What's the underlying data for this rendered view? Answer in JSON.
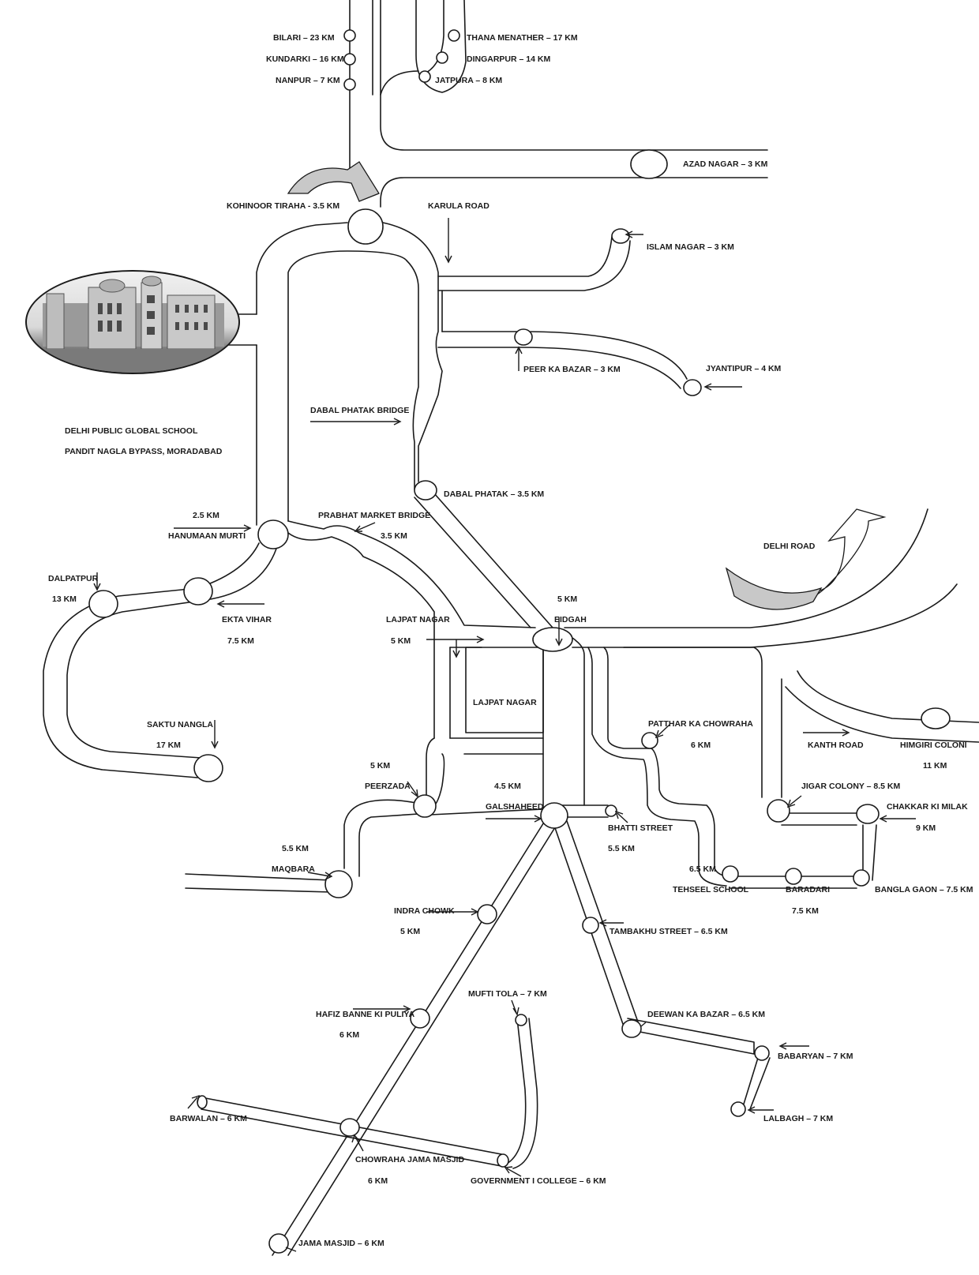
{
  "colors": {
    "road": "#1a1a1a",
    "background": "#ffffff",
    "turn_arrow_fill": "#c8c8c8"
  },
  "school": {
    "name": "DELHI PUBLIC GLOBAL SCHOOL",
    "address": "PANDIT NAGLA BYPASS, MORADABAD",
    "image": "school-building-photo"
  },
  "labels": {
    "bilari": "BILARI – 23 KM",
    "kundarki": "KUNDARKI – 16 KM",
    "nanpur": "NANPUR – 7 KM",
    "thana_menather": "THANA MENATHER – 17 KM",
    "dingarpur": "DINGARPUR – 14 KM",
    "jatpura": "JATPURA – 8 KM",
    "azad_nagar": "AZAD NAGAR – 3 KM",
    "kohinoor_tiraha": "KOHINOOR TIRAHA - 3.5 KM",
    "karula_road": "KARULA ROAD",
    "islam_nagar": "ISLAM NAGAR – 3 KM",
    "peer_ka_bazar": "PEER KA BAZAR – 3 KM",
    "jyantipur": "JYANTIPUR – 4 KM",
    "dabal_phatak_bridge": "DABAL PHATAK BRIDGE",
    "dabal_phatak": "DABAL PHATAK – 3.5 KM",
    "hanumaan_dist": "2.5 KM",
    "hanumaan_murti": "HANUMAAN MURTI",
    "prabhat_bridge": "PRABHAT MARKET BRIDGE",
    "prabhat_dist": "3.5 KM",
    "delhi_road": "DELHI ROAD",
    "dalpatpur": "DALPATPUR",
    "dalpatpur_dist": "13 KM",
    "ekta_vihar": "EKTA VIHAR",
    "ekta_vihar_dist": "7.5 KM",
    "lajpat_nagar_top": "LAJPAT NAGAR",
    "lajpat_nagar_dist": "5 KM",
    "eidgah_dist": "5 KM",
    "eidgah": "EIDGAH",
    "lajpat_nagar_block": "LAJPAT NAGAR",
    "saktu_nangla": "SAKTU NANGLA",
    "saktu_nangla_dist": "17 KM",
    "patthar_ka_chowraha": "PATTHAR KA CHOWRAHA",
    "patthar_dist": "6 KM",
    "kanth_road": "KANTH ROAD",
    "himgiri_coloni": "HIMGIRI COLONI",
    "himgiri_dist": "11 KM",
    "peerzada_dist": "5 KM",
    "peerzada": "PEERZADA",
    "galshaheed_dist": "4.5 KM",
    "galshaheed": "GALSHAHEED",
    "jigar_colony": "JIGAR COLONY – 8.5 KM",
    "chakkar_ki_milak": "CHAKKAR KI MILAK",
    "chakkar_dist": "9 KM",
    "bhatti_street": "BHATTI STREET",
    "bhatti_dist": "5.5 KM",
    "maqbara_dist": "5.5 KM",
    "maqbara": "MAQBARA",
    "tehseel_dist": "6.5 KM",
    "tehseel_school": "TEHSEEL SCHOOL",
    "baradari": "BARADARI",
    "baradari_dist": "7.5 KM",
    "bangla_gaon": "BANGLA GAON – 7.5 KM",
    "indra_chowk": "INDRA CHOWK",
    "indra_dist": "5 KM",
    "tambakhu_street": "TAMBAKHU STREET – 6.5 KM",
    "mufti_tola": "MUFTI TOLA – 7 KM",
    "hafiz_banne": "HAFIZ BANNE KI PULIYA",
    "hafiz_dist": "6 KM",
    "deewan_ka_bazar": "DEEWAN KA BAZAR – 6.5 KM",
    "babaryan": "BABARYAN – 7 KM",
    "lalbagh": "LALBAGH – 7 KM",
    "barwalan": "BARWALAN – 6 KM",
    "chowraha_jama_masjid": "CHOWRAHA JAMA MASJID",
    "chowraha_dist": "6 KM",
    "govt_college": "GOVERNMENT I COLLEGE – 6 KM",
    "jama_masjid": "JAMA MASJID – 6 KM"
  }
}
